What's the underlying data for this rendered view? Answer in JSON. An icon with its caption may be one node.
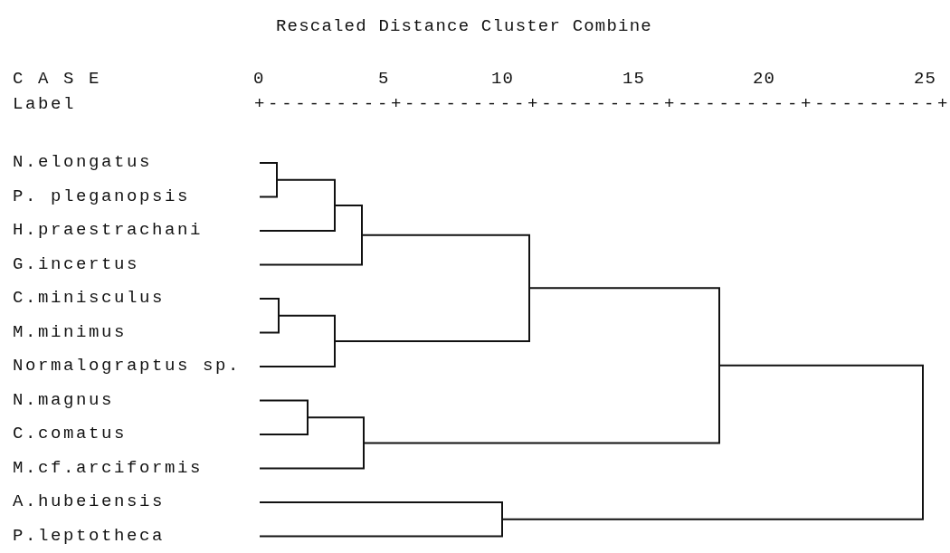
{
  "diagram": {
    "title": "Rescaled Distance Cluster Combine",
    "labels": [
      "C A S E",
      "0",
      "5",
      "10",
      "15",
      "20",
      "25",
      "Label",
      "+---------+---------+---------+---------+---------+",
      "N.elongatus",
      "P. pleganopsis",
      "H.praestrachani",
      "G.incertus",
      "C.minisculus",
      "M.minimus",
      "Normalograptus sp.",
      "N.magnus",
      "C.comatus",
      "M.cf.arciformis",
      "A.hubeiensis",
      "P.leptotheca"
    ]
  }
}
